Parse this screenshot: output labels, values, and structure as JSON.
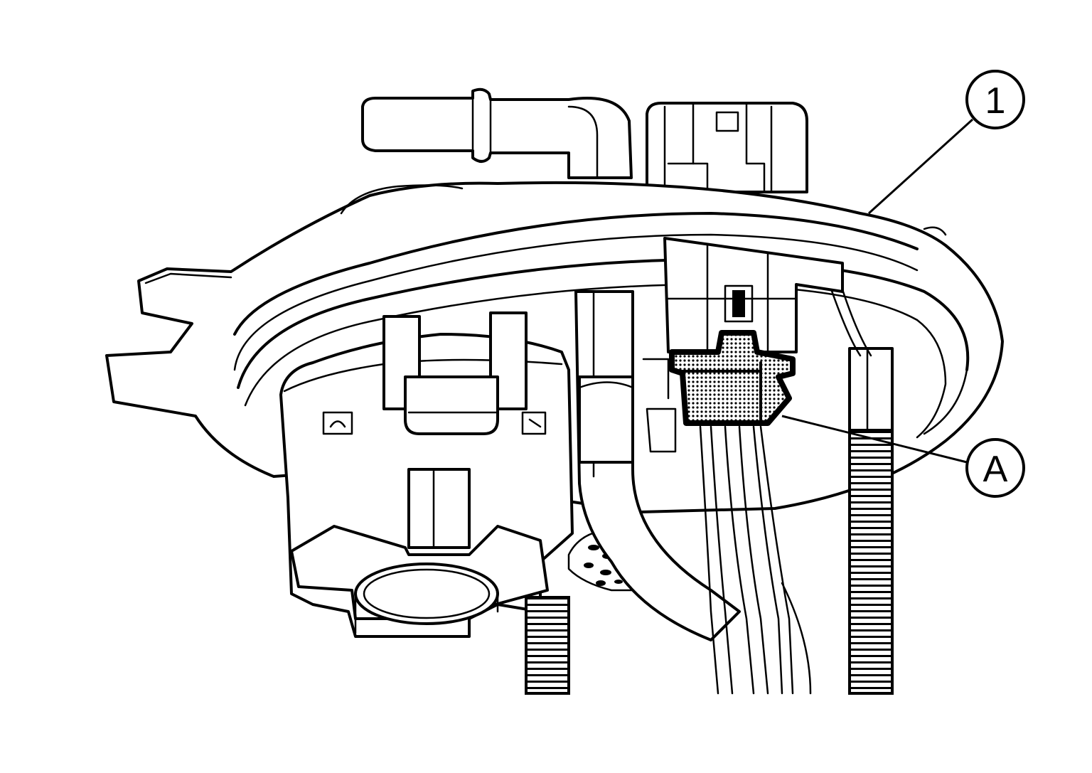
{
  "callouts": [
    {
      "id": "1",
      "label": "1"
    },
    {
      "id": "A",
      "label": "A"
    }
  ],
  "colors": {
    "line": "#000000",
    "background": "#ffffff",
    "highlight_fill": "dotted-grey"
  }
}
